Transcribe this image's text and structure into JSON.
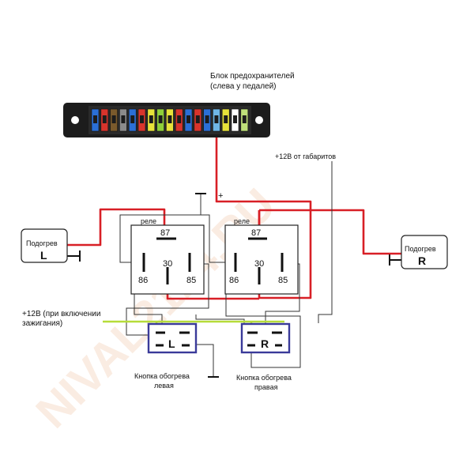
{
  "watermark": "NIVAL2124.RU",
  "fuse_block": {
    "label_line1": "Блок предохранителей",
    "label_line2": "(слева у педалей)"
  },
  "labels": {
    "gabarit": "+12В от габаритов",
    "plus": "+",
    "ignition_line1": "+12В (при включении",
    "ignition_line2": "зажигания)"
  },
  "heaters": {
    "left": {
      "title": "Подогрев",
      "letter": "L"
    },
    "right": {
      "title": "Подогрев",
      "letter": "R"
    }
  },
  "relays": {
    "left": {
      "title": "реле",
      "pin87": "87",
      "pin30": "30",
      "pin86": "86",
      "pin85": "85"
    },
    "right": {
      "title": "реле",
      "pin87": "87",
      "pin30": "30",
      "pin86": "86",
      "pin85": "85"
    }
  },
  "buttons": {
    "left": {
      "letter": "L",
      "caption_line1": "Кнопка обогрева",
      "caption_line2": "левая"
    },
    "right": {
      "letter": "R",
      "caption_line1": "Кнопка обогрева",
      "caption_line2": "правая"
    }
  },
  "colors": {
    "power_wire": "#d81f26",
    "ignition_wire": "#b6dc3a",
    "signal_wire": "#333333",
    "button_frame": "#3a3a9a",
    "fuse_block_body": "#1c1c1c"
  },
  "fuse_colors": [
    "#2b6fd6",
    "#d8342c",
    "#7a5a2c",
    "#8b8b8b",
    "#2b6fd6",
    "#d8342c",
    "#e7e23a",
    "#8fcf3a",
    "#e7e23a",
    "#d8342c",
    "#2b6fd6",
    "#d8342c",
    "#2b6fd6",
    "#6fb6e6",
    "#e7e23a",
    "#ffffff",
    "#bfe07a"
  ]
}
